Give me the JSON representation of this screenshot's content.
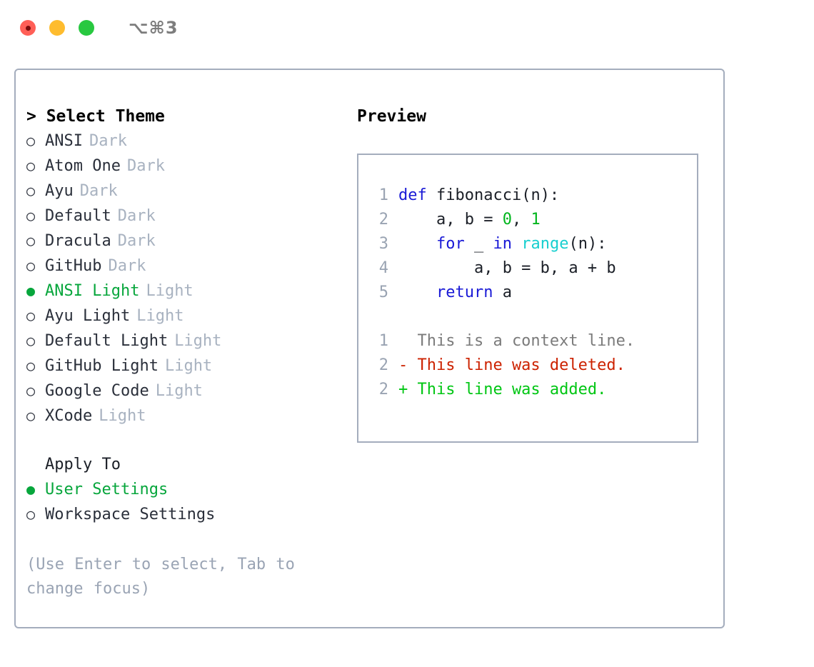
{
  "titlebar": {
    "shortcut": "⌥⌘3",
    "buttons": [
      {
        "name": "close",
        "color": "#ff5f57"
      },
      {
        "name": "minimize",
        "color": "#febc2e"
      },
      {
        "name": "maximize",
        "color": "#28c840"
      }
    ]
  },
  "theme_panel": {
    "header": "> Select Theme",
    "themes": [
      {
        "marker": "○",
        "name": "ANSI",
        "category": "Dark",
        "selected": false
      },
      {
        "marker": "○",
        "name": "Atom One",
        "category": "Dark",
        "selected": false
      },
      {
        "marker": "○",
        "name": "Ayu",
        "category": "Dark",
        "selected": false
      },
      {
        "marker": "○",
        "name": "Default",
        "category": "Dark",
        "selected": false
      },
      {
        "marker": "○",
        "name": "Dracula",
        "category": "Dark",
        "selected": false
      },
      {
        "marker": "○",
        "name": "GitHub",
        "category": "Dark",
        "selected": false
      },
      {
        "marker": "●",
        "name": "ANSI Light",
        "category": "Light",
        "selected": true
      },
      {
        "marker": "○",
        "name": "Ayu Light",
        "category": "Light",
        "selected": false
      },
      {
        "marker": "○",
        "name": "Default Light",
        "category": "Light",
        "selected": false
      },
      {
        "marker": "○",
        "name": "GitHub Light",
        "category": "Light",
        "selected": false
      },
      {
        "marker": "○",
        "name": "Google Code",
        "category": "Light",
        "selected": false
      },
      {
        "marker": "○",
        "name": "XCode",
        "category": "Light",
        "selected": false
      }
    ],
    "apply_to": {
      "header": "Apply To",
      "options": [
        {
          "marker": "●",
          "label": "User Settings",
          "selected": true
        },
        {
          "marker": "○",
          "label": "Workspace Settings",
          "selected": false
        }
      ]
    },
    "hint": "(Use Enter to select, Tab to change focus)"
  },
  "preview": {
    "title": "Preview",
    "code_lines": [
      {
        "no": "1",
        "tokens": [
          {
            "t": "def",
            "c": "kw"
          },
          {
            "t": " fibonacci(n):",
            "c": "plain"
          }
        ]
      },
      {
        "no": "2",
        "tokens": [
          {
            "t": "    a, b = ",
            "c": "plain"
          },
          {
            "t": "0",
            "c": "num"
          },
          {
            "t": ", ",
            "c": "plain"
          },
          {
            "t": "1",
            "c": "num"
          }
        ]
      },
      {
        "no": "3",
        "tokens": [
          {
            "t": "    ",
            "c": "plain"
          },
          {
            "t": "for",
            "c": "kw"
          },
          {
            "t": " _ ",
            "c": "plain"
          },
          {
            "t": "in",
            "c": "kw"
          },
          {
            "t": " ",
            "c": "plain"
          },
          {
            "t": "range",
            "c": "fn"
          },
          {
            "t": "(n):",
            "c": "plain"
          }
        ]
      },
      {
        "no": "4",
        "tokens": [
          {
            "t": "        a, b = b, a + b",
            "c": "plain"
          }
        ]
      },
      {
        "no": "5",
        "tokens": [
          {
            "t": "    ",
            "c": "plain"
          },
          {
            "t": "return",
            "c": "kw"
          },
          {
            "t": " a",
            "c": "plain"
          }
        ]
      }
    ],
    "diff_lines": [
      {
        "no": "1",
        "text": "  This is a context line.",
        "kind": "context"
      },
      {
        "no": "2",
        "text": "- This line was deleted.",
        "kind": "del"
      },
      {
        "no": "2",
        "text": "+ This line was added.",
        "kind": "add"
      }
    ]
  },
  "colors": {
    "accent_green": "#07a63c",
    "border": "#a4adbd",
    "muted": "#a8b2c0",
    "keyword_blue": "#1a1ad6",
    "number_green": "#00b51d",
    "builtin_cyan": "#17cfcf",
    "diff_delete": "#cc2200",
    "diff_add": "#00c613"
  }
}
